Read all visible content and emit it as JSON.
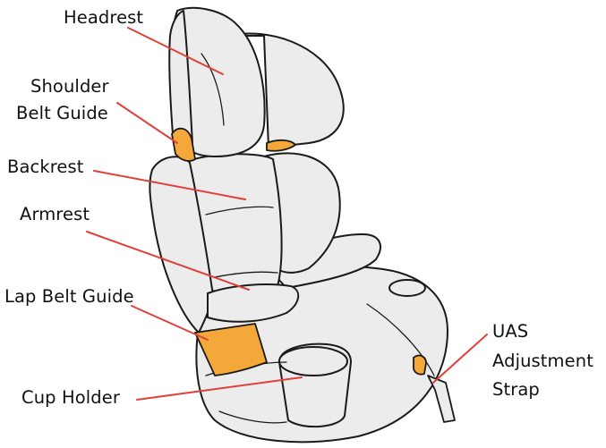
{
  "labels": {
    "headrest": "Headrest",
    "shoulder_belt_guide_line1": "Shoulder",
    "shoulder_belt_guide_line2": "Belt Guide",
    "backrest": "Backrest",
    "armrest": "Armrest",
    "lap_belt_guide": "Lap Belt Guide",
    "cup_holder": "Cup Holder",
    "uas_strap_line1": "UAS",
    "uas_strap_line2": "Adjustment",
    "uas_strap_line3": "Strap"
  },
  "colors": {
    "leader_line": "#e0403a",
    "seat_fill": "#ececec",
    "outline": "#1a1a1a",
    "belt_guide": "#f5a83a"
  }
}
